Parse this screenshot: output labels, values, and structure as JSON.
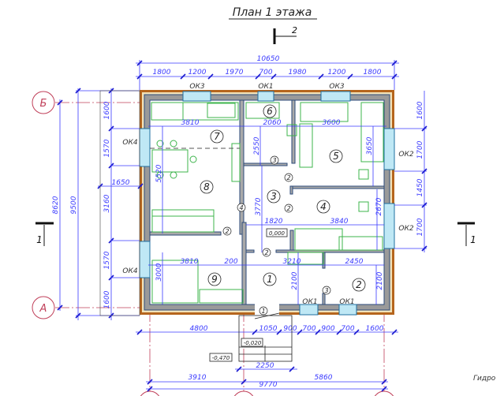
{
  "title": "План 1 этажа",
  "section_marks": {
    "top": "2",
    "left": "1",
    "right": "1"
  },
  "axes": {
    "b": "Б",
    "a": "А"
  },
  "dims_top": {
    "total": "10650",
    "segments": [
      "1800",
      "1200",
      "1970",
      "700",
      "1980",
      "1200",
      "1800"
    ]
  },
  "dims_left": {
    "outer": "8620",
    "total": "9500",
    "segments": [
      "1600",
      "1570",
      "3160",
      "1570",
      "1600"
    ],
    "porch": "1650"
  },
  "dims_right": {
    "segments": [
      "1600",
      "1700",
      "1450",
      "1700"
    ]
  },
  "dims_bottom": {
    "segments": [
      "4800",
      "1050",
      "900",
      "700",
      "900",
      "700",
      "1600"
    ],
    "porch": "2250",
    "axis_left": "3910",
    "axis_right": "5860",
    "axis_total": "9770"
  },
  "levels": {
    "floor": "0,000",
    "porch_top": "-0,020",
    "ground": "-0,470"
  },
  "windows": {
    "top": [
      "ОК3",
      "ОК1",
      "ОК3"
    ],
    "left": [
      "ОК4",
      "ОК4"
    ],
    "right": [
      "ОК2",
      "ОК2"
    ],
    "bottom": [
      "ОК1",
      "ОК1"
    ]
  },
  "rooms": [
    "7",
    "8",
    "6",
    "5",
    "3",
    "4",
    "9",
    "1",
    "2"
  ],
  "door_marks": [
    "3",
    "4",
    "2",
    "2",
    "2",
    "2",
    "3",
    "1"
  ],
  "inner_dims": {
    "d3810a": "3810",
    "d2060": "2060",
    "d3600": "3600",
    "d5520": "5520",
    "d2550": "2550",
    "d3650": "3650",
    "d3770": "3770",
    "d1820": "1820",
    "d3840": "3840",
    "d2670": "2670",
    "d3810b": "3810",
    "d200": "200",
    "d3210": "3210",
    "d2450": "2450",
    "d3000": "3000",
    "d2100a": "2100",
    "d2100b": "2100"
  },
  "side_label": "Гидро"
}
